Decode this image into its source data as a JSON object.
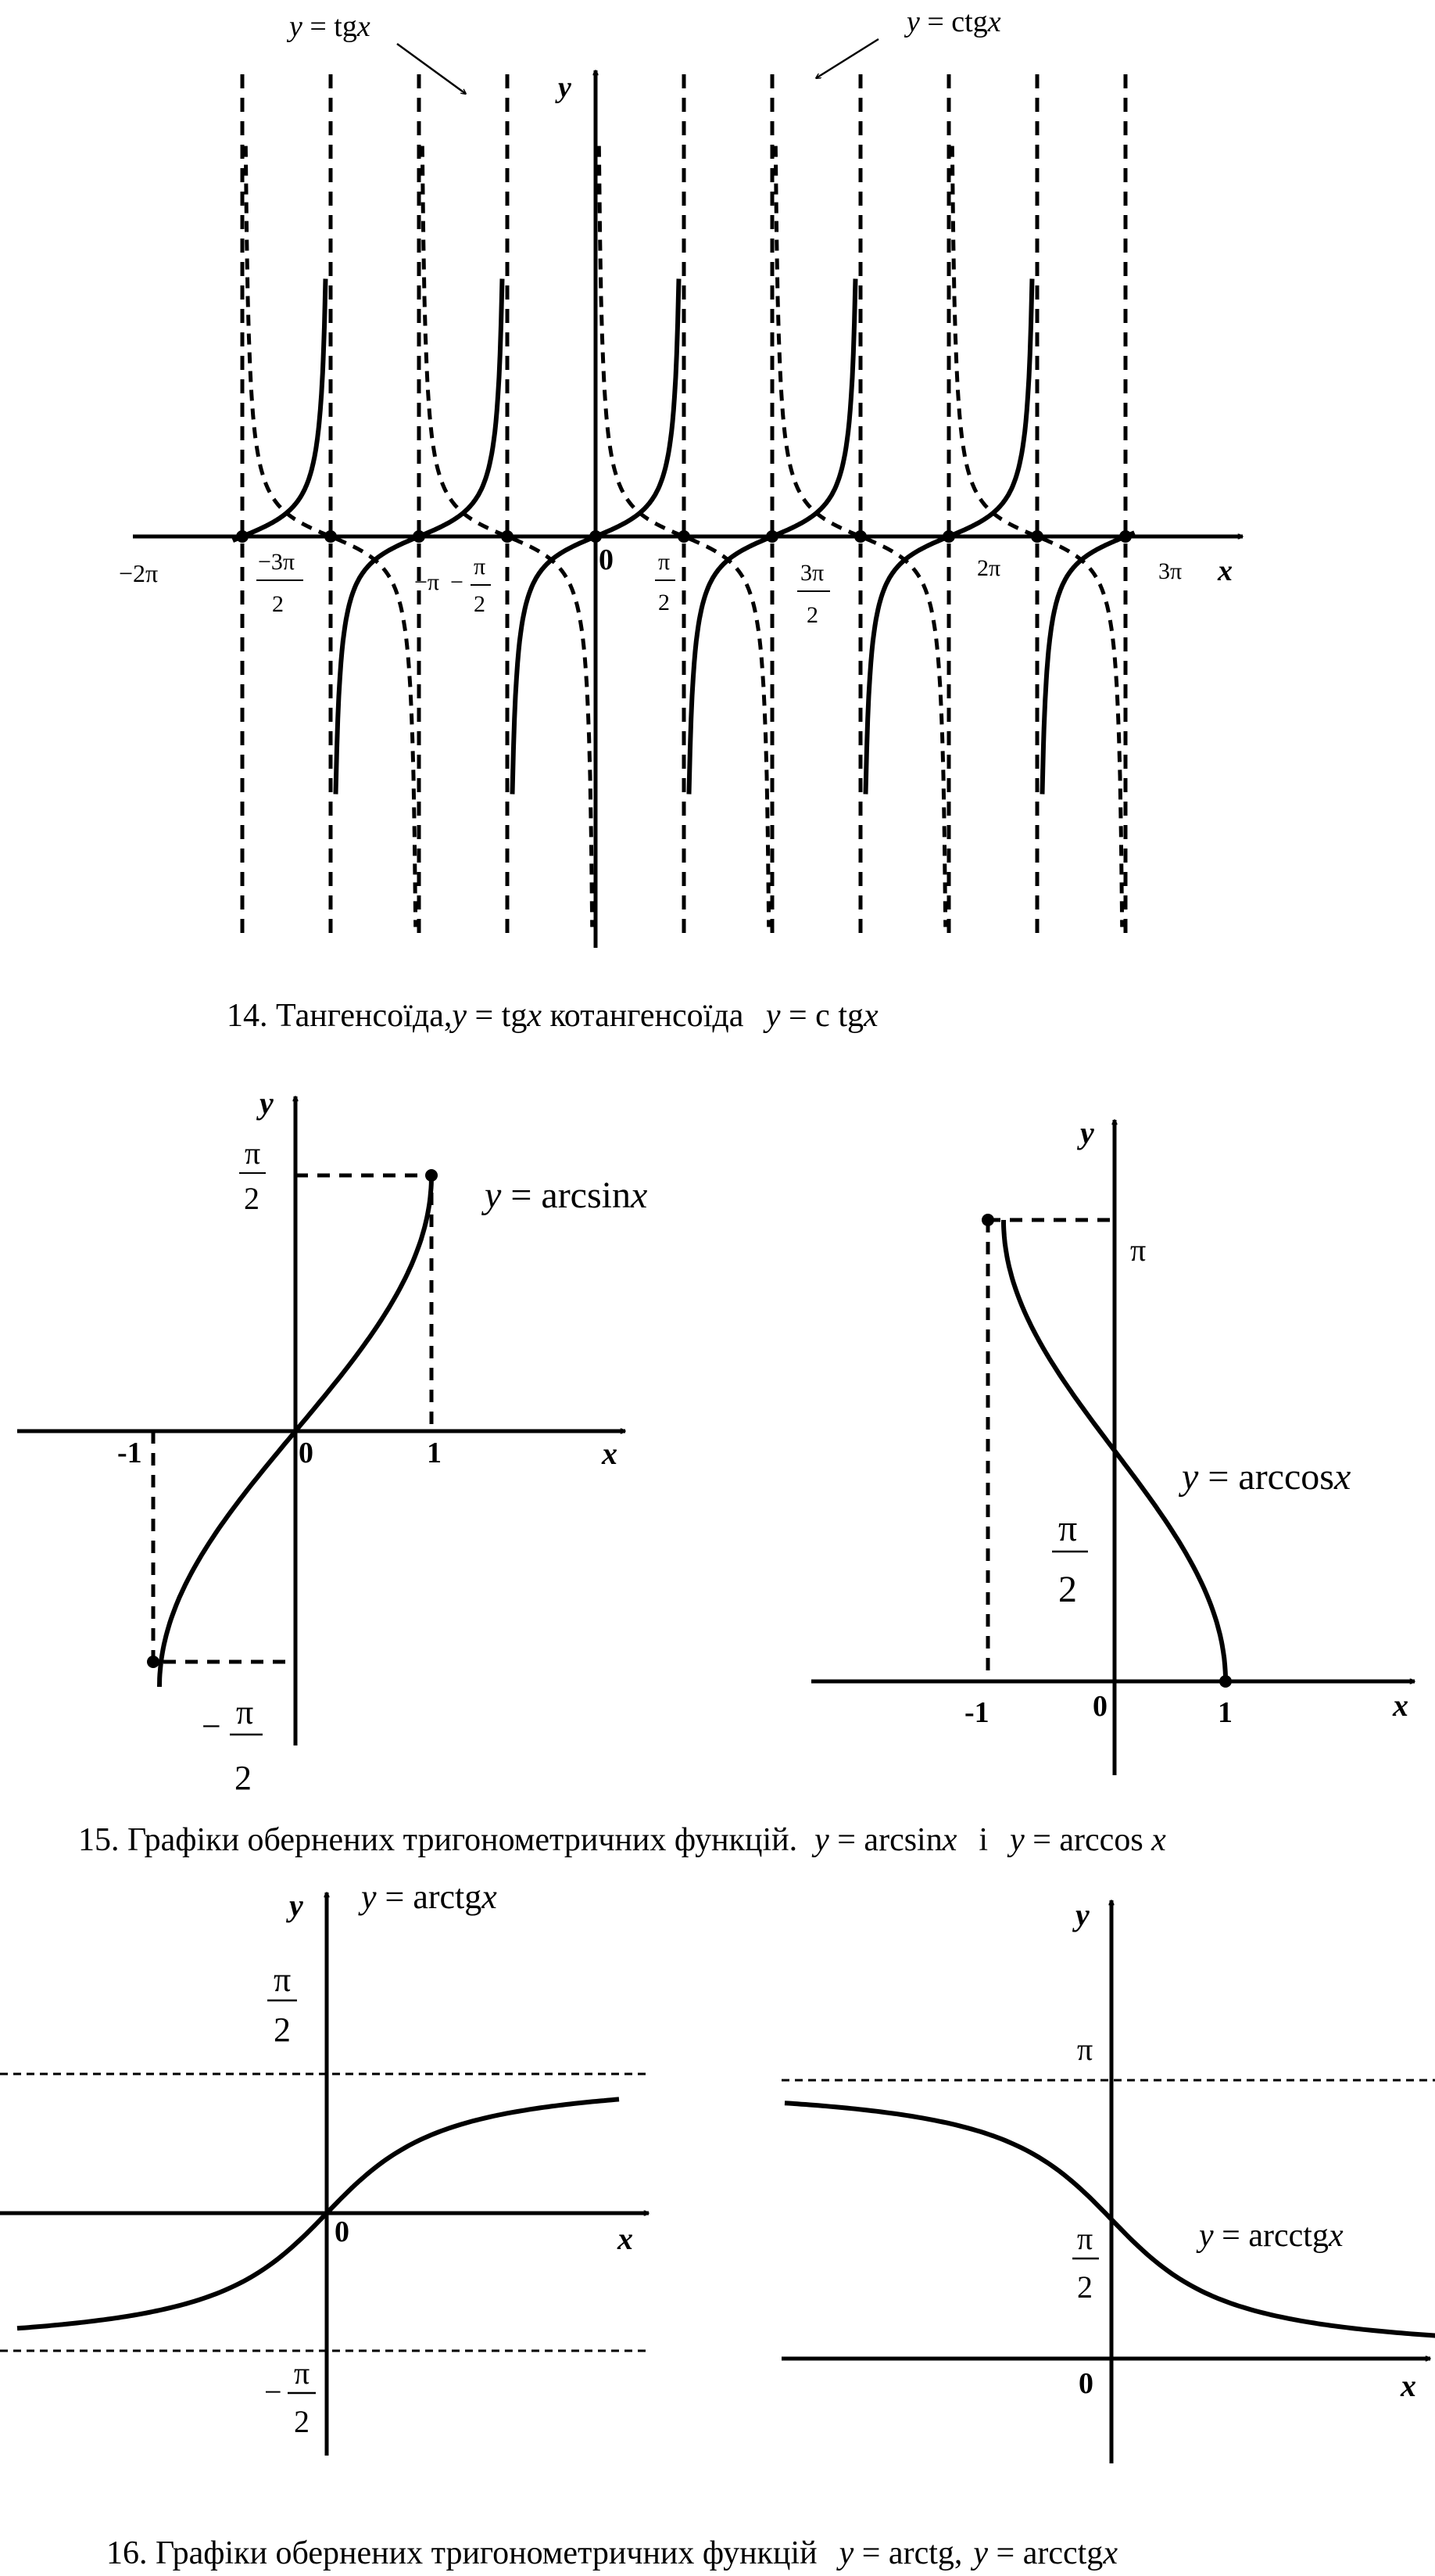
{
  "fig14": {
    "caption": {
      "num": "14. Тангенсоїда,",
      "t1": "y",
      "t2": " = tg",
      "t3": "x",
      "t4": " котангенсоїда ",
      "t5": "y",
      "t6": " = c tg",
      "t7": "x"
    },
    "callout_tg": {
      "v": "y",
      "eq": " = tg",
      "x": "x"
    },
    "callout_ctg": {
      "v": "y",
      "eq": " = ctg",
      "x": "x"
    },
    "axis_x": "x",
    "axis_y": "y",
    "origin": "0",
    "ticks": {
      "m2pi": "−2π",
      "m3pi2_num": "−3π",
      "m3pi2_den": "2",
      "mpi": "−π",
      "mpi2_sign": "−",
      "mpi2_num": "π",
      "mpi2_den": "2",
      "pi2_num": "π",
      "pi2_den": "2",
      "p3pi2_num": "3π",
      "p3pi2_den": "2",
      "p2pi": "2π",
      "p3pi": "3π"
    }
  },
  "fig15": {
    "caption": {
      "num": "15. Графіки обернених тригонометричних функцій.",
      "a1": "y",
      "a2": " = arcsin",
      "a3": "x",
      "conj": "і",
      "b1": "y",
      "b2": " = arccos ",
      "b3": "x"
    },
    "left": {
      "label_v": "y",
      "label_eq": " = arcsin",
      "label_x": "x",
      "axis_x": "x",
      "axis_y": "y",
      "origin": "0",
      "tick_m1": "-1",
      "tick_1": "1",
      "pi2_num": "π",
      "pi2_den": "2",
      "mpi2_sign": "−",
      "mpi2_num": "π",
      "mpi2_den": "2"
    },
    "right": {
      "label_v": "y",
      "label_eq": " = arccos",
      "label_x": "x",
      "axis_x": "x",
      "axis_y": "y",
      "origin": "0",
      "tick_m1": "-1",
      "tick_1": "1",
      "pi": "π",
      "pi2_num": "π",
      "pi2_den": "2"
    }
  },
  "fig16": {
    "caption": {
      "num": "16. Графіки обернених тригонометричних функцій",
      "a1": "y",
      "a2": " = arctg,",
      "b1": "y",
      "b2": " = arcctg",
      "b3": "x"
    },
    "left": {
      "label_v": "y",
      "label_eq": " = arctg",
      "label_x": "x",
      "axis_x": "x",
      "axis_y": "y",
      "origin": "0",
      "pi2_num": "π",
      "pi2_den": "2",
      "mpi2_sign": "−",
      "mpi2_num": "π",
      "mpi2_den": "2"
    },
    "right": {
      "label_v": "y",
      "label_eq": " = arcctg",
      "label_x": "x",
      "axis_x": "x",
      "axis_y": "y",
      "origin": "0",
      "pi": "π",
      "pi2_num": "π",
      "pi2_den": "2"
    }
  }
}
